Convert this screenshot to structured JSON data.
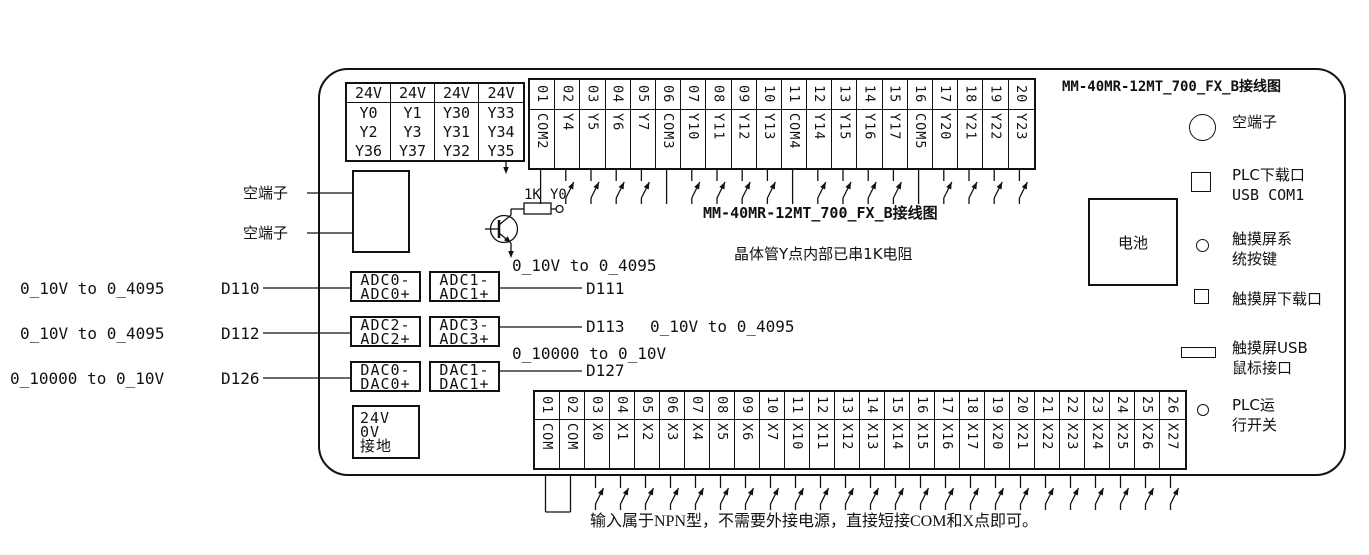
{
  "colors": {
    "ink": "#111111",
    "background": "#ffffff"
  },
  "titles": {
    "right": "MM-40MR-12MT_700_FX_B接线图",
    "center": "MM-40MR-12MT_700_FX_B接线图",
    "center_note": "晶体管Y点内部已串1K电阻",
    "bottom_note": "输入属于NPN型，不需要外接电源，直接短接COM和X点即可。"
  },
  "output_power_table": {
    "columns": [
      [
        "24V",
        "Y0",
        "Y2",
        "Y36"
      ],
      [
        "24V",
        "Y1",
        "Y3",
        "Y37"
      ],
      [
        "24V",
        "Y30",
        "Y31",
        "Y32"
      ],
      [
        "24V",
        "Y33",
        "Y34",
        "Y35"
      ]
    ]
  },
  "top_strip": {
    "numbers": [
      "01",
      "02",
      "03",
      "04",
      "05",
      "06",
      "07",
      "08",
      "09",
      "10",
      "11",
      "12",
      "13",
      "14",
      "15",
      "16",
      "17",
      "18",
      "19",
      "20"
    ],
    "labels": [
      "COM2",
      "Y4",
      "Y5",
      "Y6",
      "Y7",
      "COM3",
      "Y10",
      "Y11",
      "Y12",
      "Y13",
      "COM4",
      "Y14",
      "Y15",
      "Y16",
      "Y17",
      "COM5",
      "Y20",
      "Y21",
      "Y22",
      "Y23"
    ]
  },
  "bottom_strip": {
    "numbers": [
      "01",
      "02",
      "03",
      "04",
      "05",
      "06",
      "07",
      "08",
      "09",
      "10",
      "11",
      "12",
      "13",
      "14",
      "15",
      "16",
      "17",
      "18",
      "19",
      "20",
      "21",
      "22",
      "23",
      "24",
      "25",
      "26"
    ],
    "labels": [
      "COM",
      "COM",
      "X0",
      "X1",
      "X2",
      "X3",
      "X4",
      "X5",
      "X6",
      "X7",
      "X10",
      "X11",
      "X12",
      "X13",
      "X14",
      "X15",
      "X16",
      "X17",
      "X20",
      "X21",
      "X22",
      "X23",
      "X24",
      "X25",
      "X26",
      "X27"
    ]
  },
  "left_empty_terminals": {
    "label1": "空端子",
    "label2": "空端子"
  },
  "transistor": {
    "resistor": "1K",
    "pin": "Y0"
  },
  "analog_rows": [
    {
      "range_left": "0_10V to 0_4095",
      "reg_left": "D110",
      "box_a": [
        "ADC0-",
        "ADC0+"
      ],
      "box_b": [
        "ADC1-",
        "ADC1+"
      ],
      "reg_right": "D111",
      "range_right_above": "0_10V to 0_4095"
    },
    {
      "range_left": "0_10V to 0_4095",
      "reg_left": "D112",
      "box_a": [
        "ADC2-",
        "ADC2+"
      ],
      "box_b": [
        "ADC3-",
        "ADC3+"
      ],
      "reg_right": "D113",
      "range_right": "0_10V to 0_4095"
    },
    {
      "range_left": "0_10000 to 0_10V",
      "reg_left": "D126",
      "box_a": [
        "DAC0-",
        "DAC0+"
      ],
      "box_b": [
        "DAC1-",
        "DAC1+"
      ],
      "reg_right": "D127",
      "range_right_above": "0_10000 to 0_10V"
    }
  ],
  "power_block": [
    "24V",
    "0V",
    "接地"
  ],
  "battery": {
    "label": "电池"
  },
  "right_panel": {
    "items": [
      {
        "icon": "circle-large",
        "lines": [
          "空端子"
        ]
      },
      {
        "icon": "square",
        "lines": [
          "PLC下载口",
          "USB COM1"
        ]
      },
      {
        "icon": "circle-small",
        "lines": [
          "触摸屏系",
          "统按键"
        ]
      },
      {
        "icon": "square-small",
        "lines": [
          "触摸屏下载口"
        ]
      },
      {
        "icon": "rect-flat",
        "lines": [
          "触摸屏USB",
          "鼠标接口"
        ]
      },
      {
        "icon": "circle-small",
        "lines": [
          "PLC运",
          "行开关"
        ]
      }
    ]
  }
}
